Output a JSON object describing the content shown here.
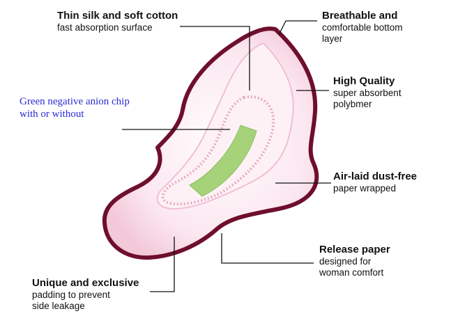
{
  "colors": {
    "outline": "#6e0f2c",
    "pad_fill": "#fbe6ef",
    "pad_inner": "#f6cfdd",
    "channel": "#f3c2d4",
    "chip": "#a6d27a",
    "leader": "#111111",
    "blue_text": "#2a2ad6"
  },
  "labels": {
    "silk": {
      "title": "Thin silk and soft cotton",
      "lines": [
        "fast absorption surface"
      ]
    },
    "breathable": {
      "title": "Breathable and",
      "lines": [
        "comfortable bottom",
        "layer"
      ]
    },
    "quality": {
      "title": "High Quality",
      "lines": [
        "super absorbent",
        "polybmer"
      ]
    },
    "chip": {
      "lines": [
        "Green negative anion chip",
        "with or without"
      ]
    },
    "airlaid": {
      "title": "Air-laid dust-free",
      "lines": [
        "paper wrapped"
      ]
    },
    "release": {
      "title": "Release paper",
      "lines": [
        "designed for",
        "woman comfort"
      ]
    },
    "unique": {
      "title": "Unique and exclusive",
      "lines": [
        "padding to prevent",
        "side leakage"
      ]
    }
  }
}
